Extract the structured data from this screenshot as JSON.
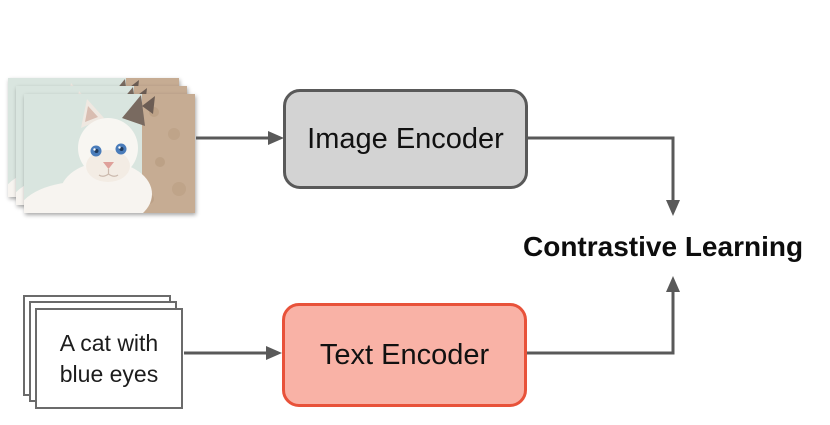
{
  "diagram": {
    "output_label": "Contrastive Learning",
    "arrow_color": "#595959",
    "image_input": {
      "type": "photo-stack",
      "stack_count": 3,
      "content": "white kitten with blue eyes"
    },
    "text_input": {
      "type": "card-stack",
      "stack_count": 3,
      "lines": [
        "A cat with",
        "blue eyes"
      ]
    },
    "image_encoder": {
      "label": "Image Encoder",
      "fill": "#d3d3d3",
      "border": "#595959"
    },
    "text_encoder": {
      "label": "Text Encoder",
      "fill": "#f9b2a6",
      "border": "#e8523a"
    }
  }
}
